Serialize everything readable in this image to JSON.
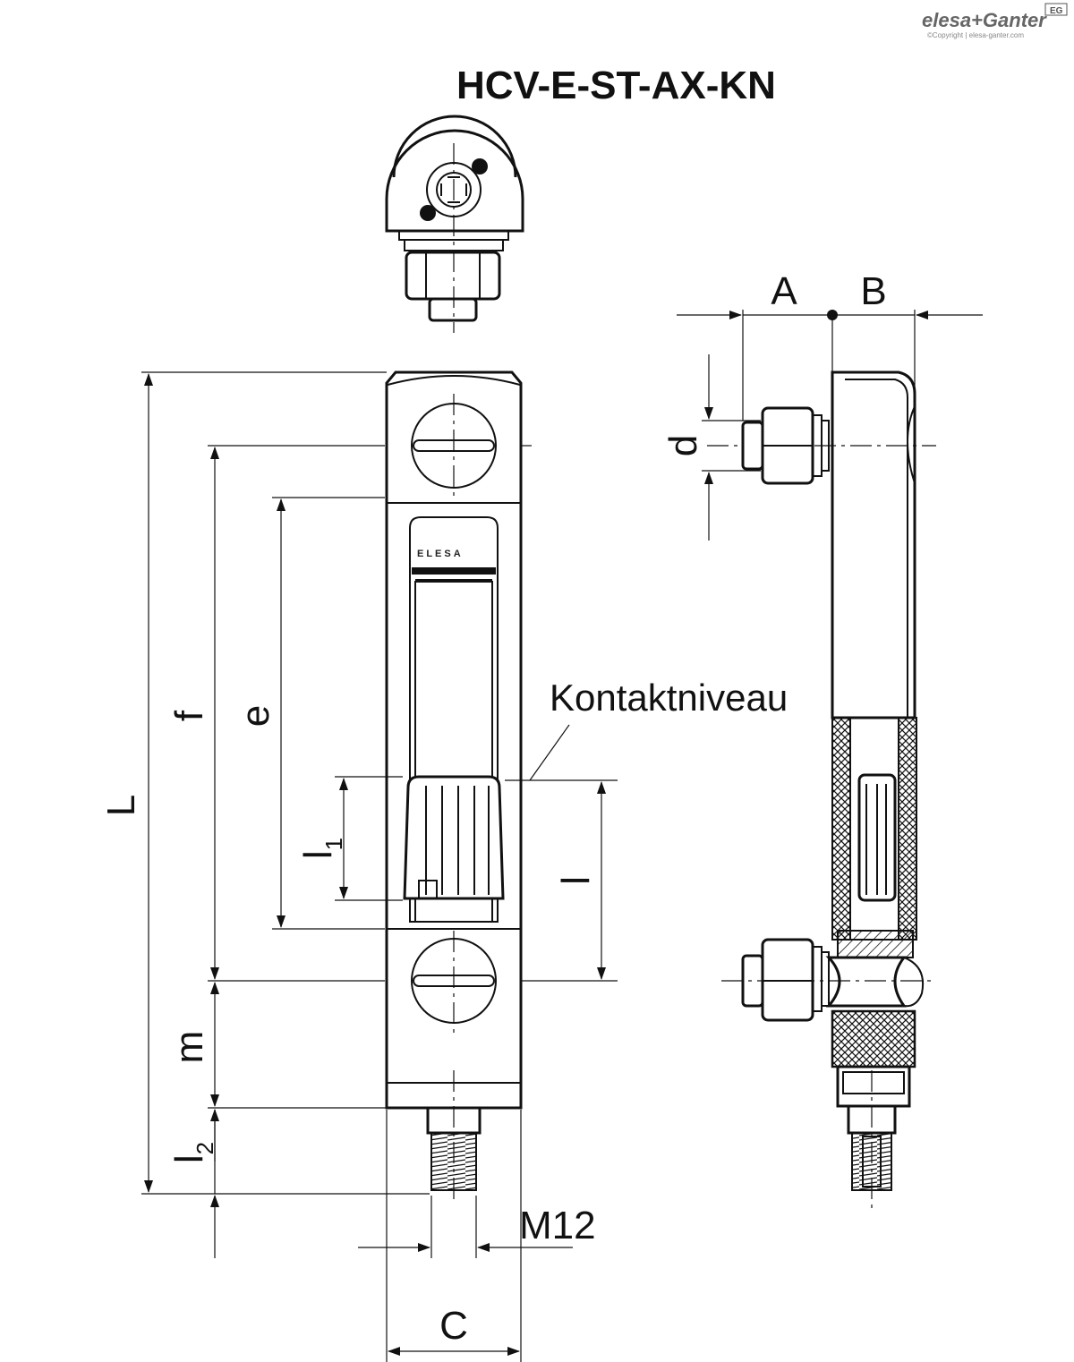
{
  "brand_logo": {
    "name": "elesa+Ganter",
    "badge": "EG",
    "copyright": "©Copyright | elesa-ganter.com"
  },
  "title": "HCV-E-ST-AX-KN",
  "window_brand": "ELESA",
  "annotation": "Kontaktniveau",
  "dimensions": {
    "L": "L",
    "f": "f",
    "e": "e",
    "l": "l",
    "l1": "l",
    "l1_sub": "1",
    "l2": "l",
    "l2_sub": "2",
    "m": "m",
    "M12": "M12",
    "C": "C",
    "A": "A",
    "B": "B",
    "d": "d"
  }
}
